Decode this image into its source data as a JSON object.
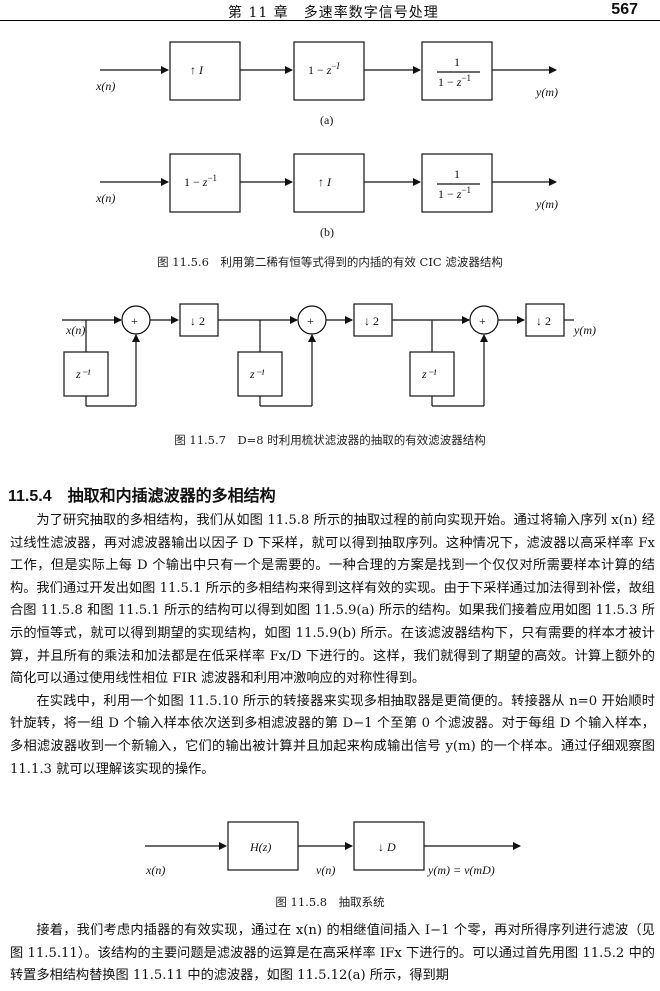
{
  "header": {
    "chapter": "第 11 章　多速率数字信号处理",
    "page_number": "567"
  },
  "fig_a": {
    "input": "x(n)",
    "output": "y(m)",
    "blocks": [
      "↑ I",
      "1 − z⁻ᴵ",
      "1 / (1 − z⁻¹)"
    ],
    "label": "(a)"
  },
  "fig_b": {
    "input": "x(n)",
    "output": "y(m)",
    "blocks": [
      "1 − z⁻¹",
      "↑ I",
      "1 / (1 − z⁻¹)"
    ],
    "label": "(b)"
  },
  "caption_1156": "图 11.5.6　利用第二稀有恒等式得到的内插的有效 CIC 滤波器结构",
  "fig_1157": {
    "input": "x(n)",
    "output": "y(m)",
    "delay": "z⁻¹",
    "down": "↓ 2",
    "adder": "+"
  },
  "caption_1157": "图 11.5.7　D=8 时利用梳状滤波器的抽取的有效滤波器结构",
  "section_title": "11.5.4　抽取和内插滤波器的多相结构",
  "paragraph_1": "为了研究抽取的多相结构，我们从如图 11.5.8 所示的抽取过程的前向实现开始。通过将输入序列 x(n) 经过线性滤波器，再对滤波器输出以因子 D 下采样，就可以得到抽取序列。这种情况下，滤波器以高采样率 Fx 工作，但是实际上每 D 个输出中只有一个是需要的。一种合理的方案是找到一个仅仅对所需要样本计算的结构。我们通过开发出如图 11.5.1 所示的多相结构来得到这样有效的实现。由于下采样通过加法得到补偿，故组合图 11.5.8 和图 11.5.1 所示的结构可以得到如图 11.5.9(a) 所示的结构。如果我们接着应用如图 11.5.3 所示的恒等式，就可以得到期望的实现结构，如图 11.5.9(b) 所示。在该滤波器结构下，只有需要的样本才被计算，并且所有的乘法和加法都是在低采样率 Fx/D 下进行的。这样，我们就得到了期望的高效。计算上额外的简化可以通过使用线性相位 FIR 滤波器和利用冲激响应的对称性得到。",
  "paragraph_2": "在实践中，利用一个如图 11.5.10 所示的转接器来实现多相抽取器是更简便的。转接器从 n=0 开始顺时针旋转，将一组 D 个输入样本依次送到多相滤波器的第 D−1 个至第 0 个滤波器。对于每组 D 个输入样本，多相滤波器收到一个新输入，它们的输出被计算并且加起来构成输出信号 y(m) 的一个样本。通过仔细观察图 11.1.3 就可以理解该实现的操作。",
  "fig_1158": {
    "input": "x(n)",
    "block1": "H(z)",
    "mid": "v(n)",
    "block2": "↓ D",
    "output": "y(m) = v(mD)"
  },
  "caption_1158": "图 11.5.8　抽取系统",
  "paragraph_3": "接着，我们考虑内插器的有效实现，通过在 x(n) 的相继值间插入 I−1 个零，再对所得序列进行滤波（见图 11.5.11）。该结构的主要问题是滤波器的运算是在高采样率 IFx 下进行的。可以通过首先用图 11.5.2 中的转置多相结构替换图 11.5.11 中的滤波器，如图 11.5.12(a) 所示，得到期"
}
